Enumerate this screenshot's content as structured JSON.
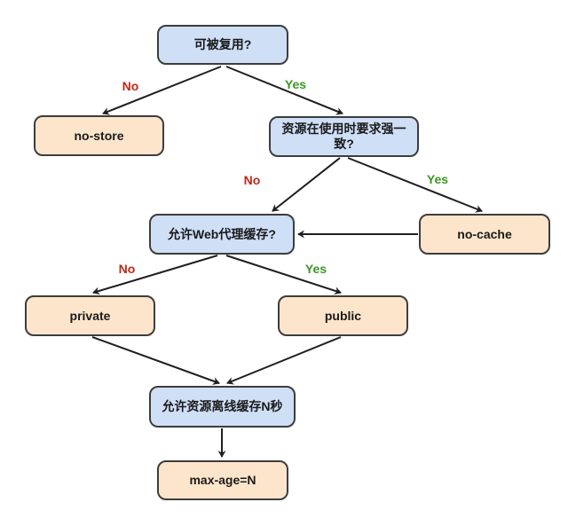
{
  "diagram": {
    "type": "flowchart",
    "topic": "HTTP Cache-Control decision tree",
    "nodes": {
      "reuse": "可被复用?",
      "no_store": "no-store",
      "strong_consistency": "资源在使用时要求强一致?",
      "web_proxy": "允许Web代理缓存?",
      "no_cache": "no-cache",
      "private": "private",
      "public": "public",
      "offline_cache": "允许资源离线缓存N秒",
      "max_age": "max-age=N"
    },
    "edge_labels": {
      "reuse_no": "No",
      "reuse_yes": "Yes",
      "consistency_no": "No",
      "consistency_yes": "Yes",
      "proxy_no": "No",
      "proxy_yes": "Yes"
    },
    "colors": {
      "decision_fill": "#cfdff6",
      "result_fill": "#fce5cb",
      "node_border": "#3d3d3d",
      "arrow": "#1f1f1f",
      "yes_label": "#3d9722",
      "no_label": "#bf2717"
    }
  }
}
